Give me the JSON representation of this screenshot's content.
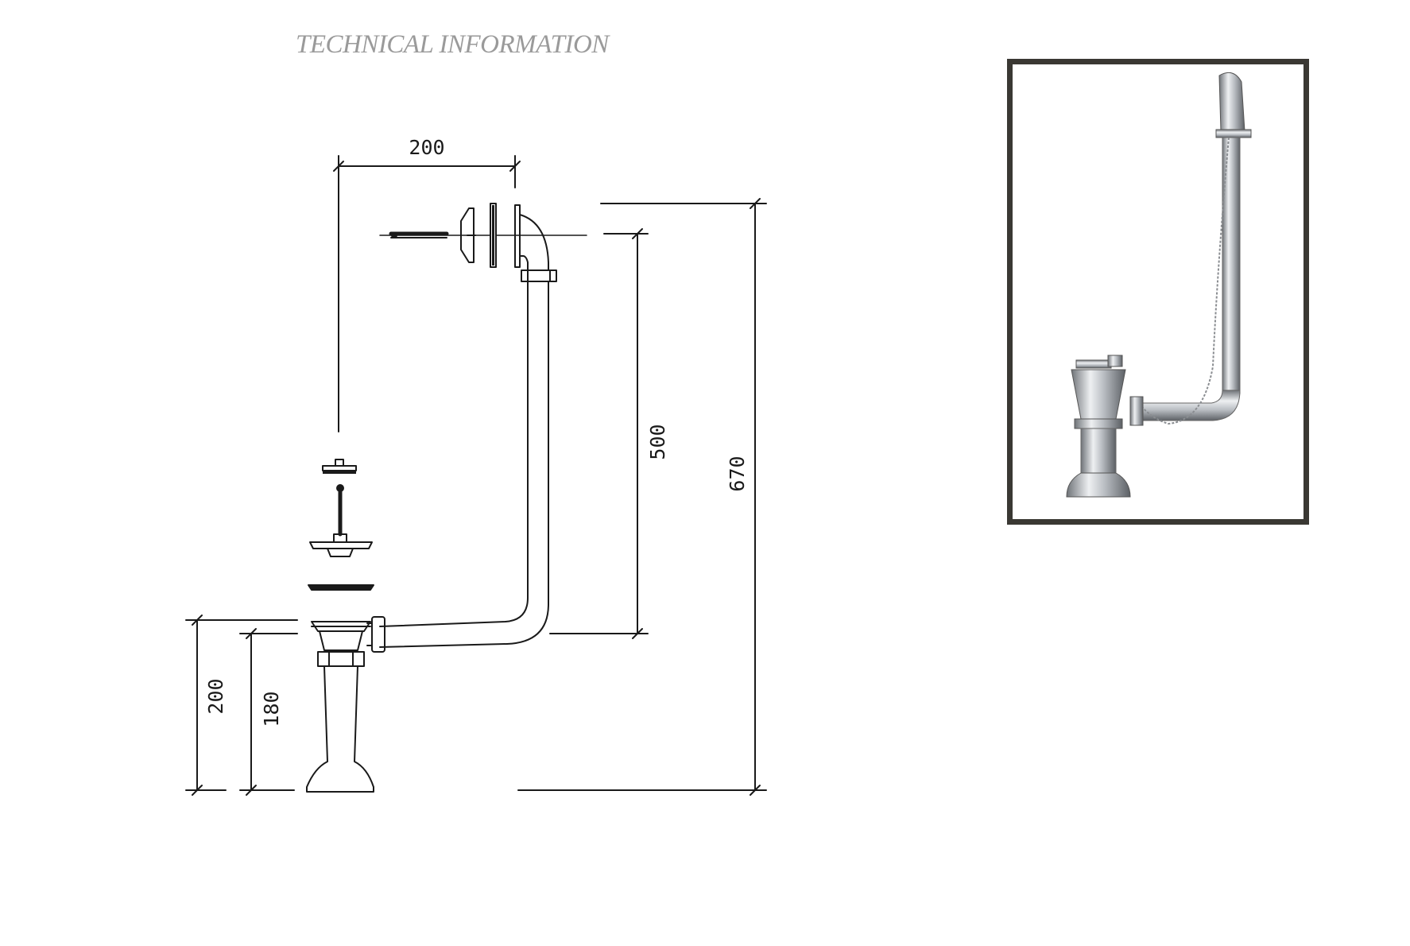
{
  "heading": "TECHNICAL INFORMATION",
  "dimensions": {
    "top_width": "200",
    "riser_height": "500",
    "overall_height": "670",
    "base_height": "200",
    "foot_height": "180"
  },
  "colors": {
    "line": "#1a1a1a",
    "heading": "#9a9a9a",
    "frame": "#3a3833",
    "chrome_dark": "#6f7378",
    "chrome_light": "#eef0f2"
  }
}
